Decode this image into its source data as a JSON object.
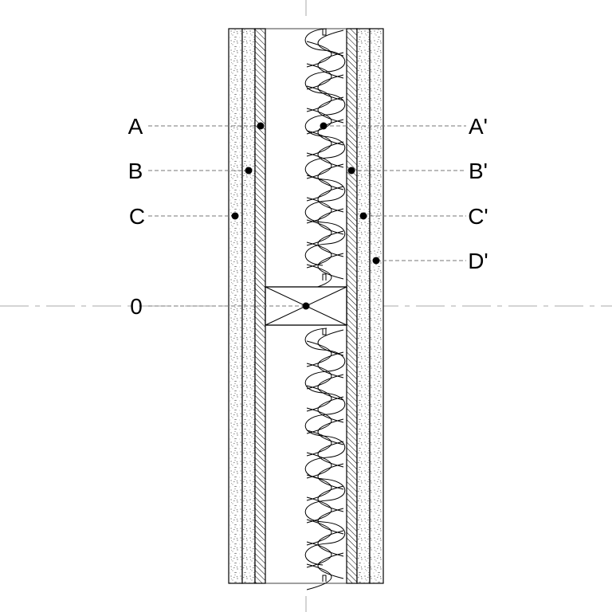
{
  "diagram": {
    "labels_left": [
      "A",
      "B",
      "C",
      "0"
    ],
    "labels_right": [
      "A'",
      "B'",
      "C'",
      "D'"
    ]
  },
  "colors": {
    "stroke": "#000000",
    "leader": "#777777",
    "centerline": "#aaaaaa",
    "background": "#ffffff"
  }
}
